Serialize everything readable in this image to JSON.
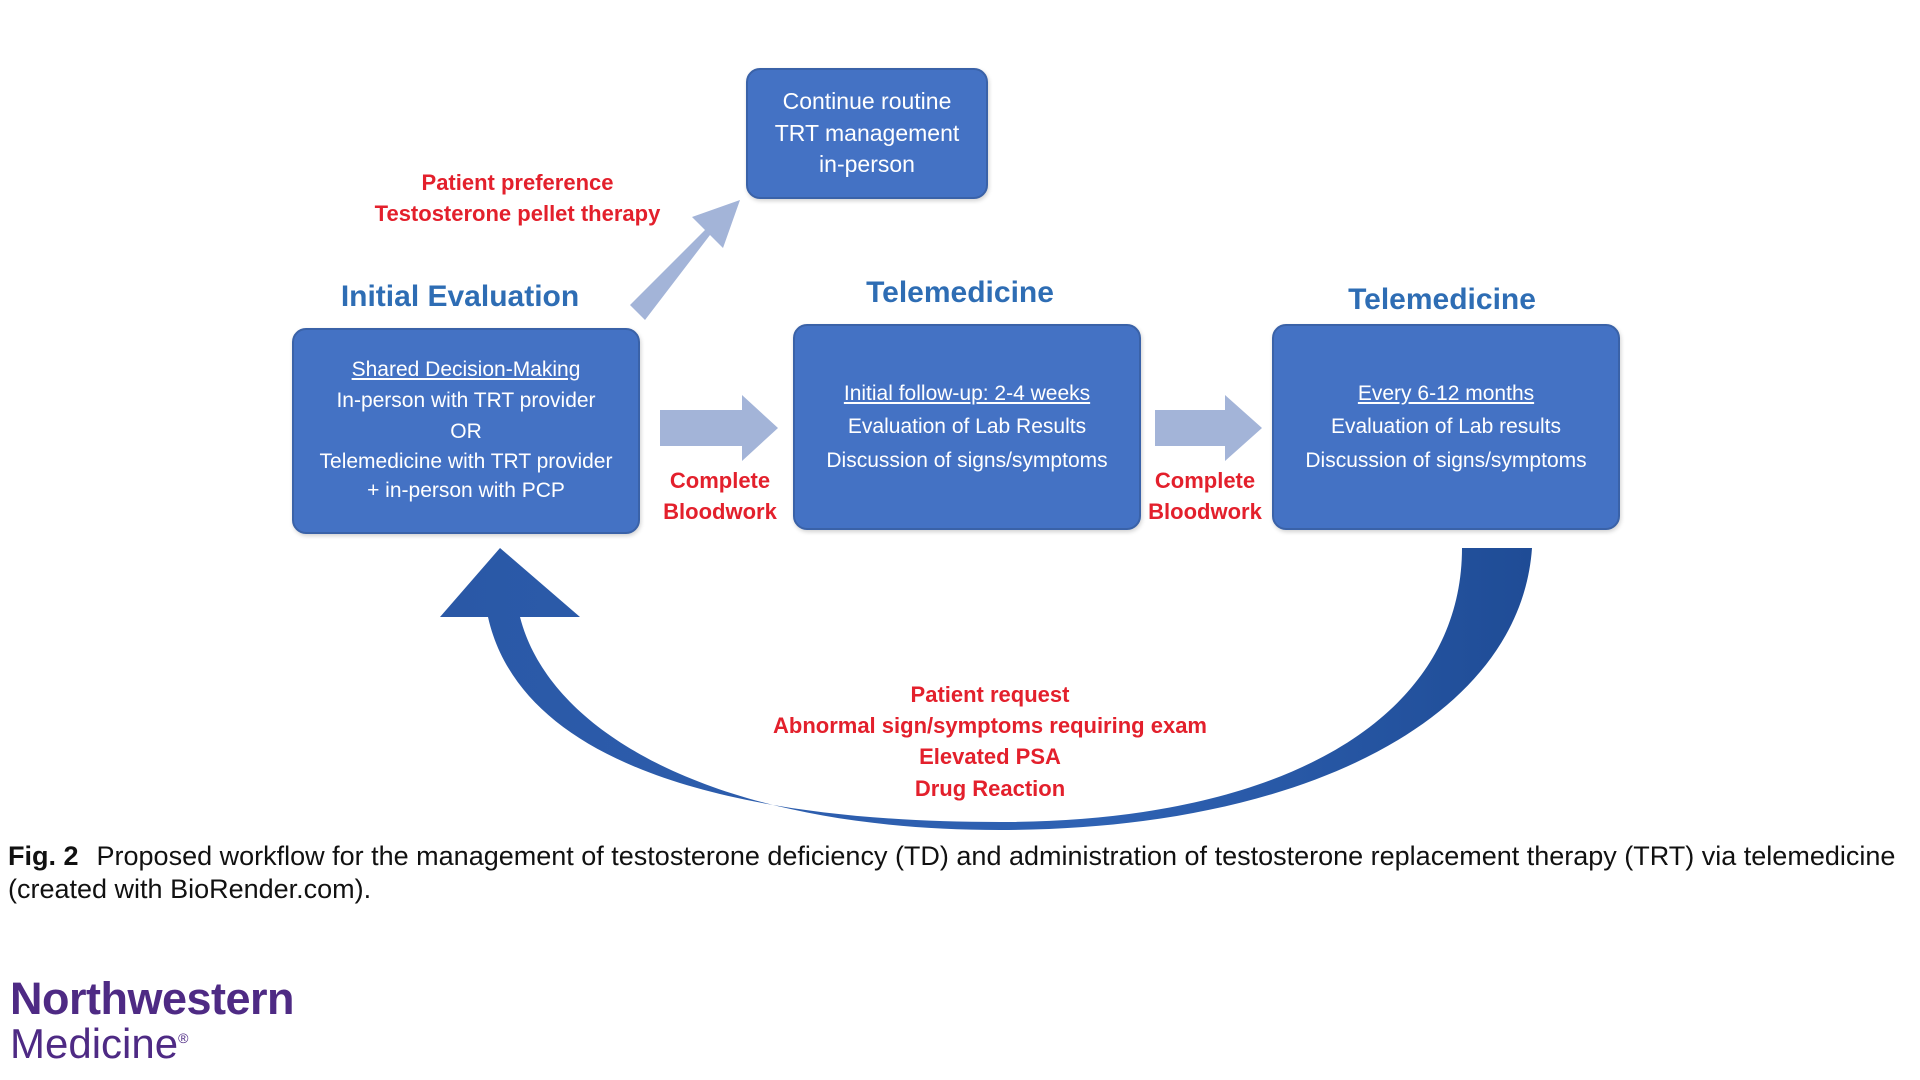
{
  "diagram": {
    "top_branch": {
      "condition_lines": [
        "Patient preference",
        "Testosterone pellet therapy"
      ],
      "box_lines": [
        "Continue routine",
        "TRT management",
        "in-person"
      ]
    },
    "stages": [
      {
        "heading": "Initial Evaluation",
        "underlined": "Shared Decision-Making",
        "lines": [
          "In-person with TRT provider",
          "OR",
          "Telemedicine with TRT provider + in-person with PCP"
        ]
      },
      {
        "heading": "Telemedicine",
        "underlined": "Initial follow-up: 2-4 weeks",
        "lines": [
          "Evaluation of Lab Results",
          "Discussion of signs/symptoms"
        ]
      },
      {
        "heading": "Telemedicine",
        "underlined": "Every 6-12 months",
        "lines": [
          "Evaluation of Lab results",
          "Discussion of signs/symptoms"
        ]
      }
    ],
    "transitions": [
      {
        "lines": [
          "Complete",
          "Bloodwork"
        ]
      },
      {
        "lines": [
          "Complete",
          "Bloodwork"
        ]
      }
    ],
    "return_conditions": [
      "Patient request",
      "Abnormal sign/symptoms requiring exam",
      "Elevated PSA",
      "Drug Reaction"
    ],
    "colors": {
      "box": "#4472c4",
      "heading": "#2e6db4",
      "condition_text": "#e3202c",
      "light_arrow": "#a3b4d8",
      "return_arrow": "#2f5fad"
    }
  },
  "caption": {
    "label": "Fig. 2",
    "text": "Proposed workflow for the management of testosterone deficiency (TD) and administration of testosterone replacement therapy (TRT) via telemedicine (created with BioRender.com)."
  },
  "logo": {
    "line1": "Northwestern",
    "line2": "Medicine",
    "mark": "®"
  }
}
